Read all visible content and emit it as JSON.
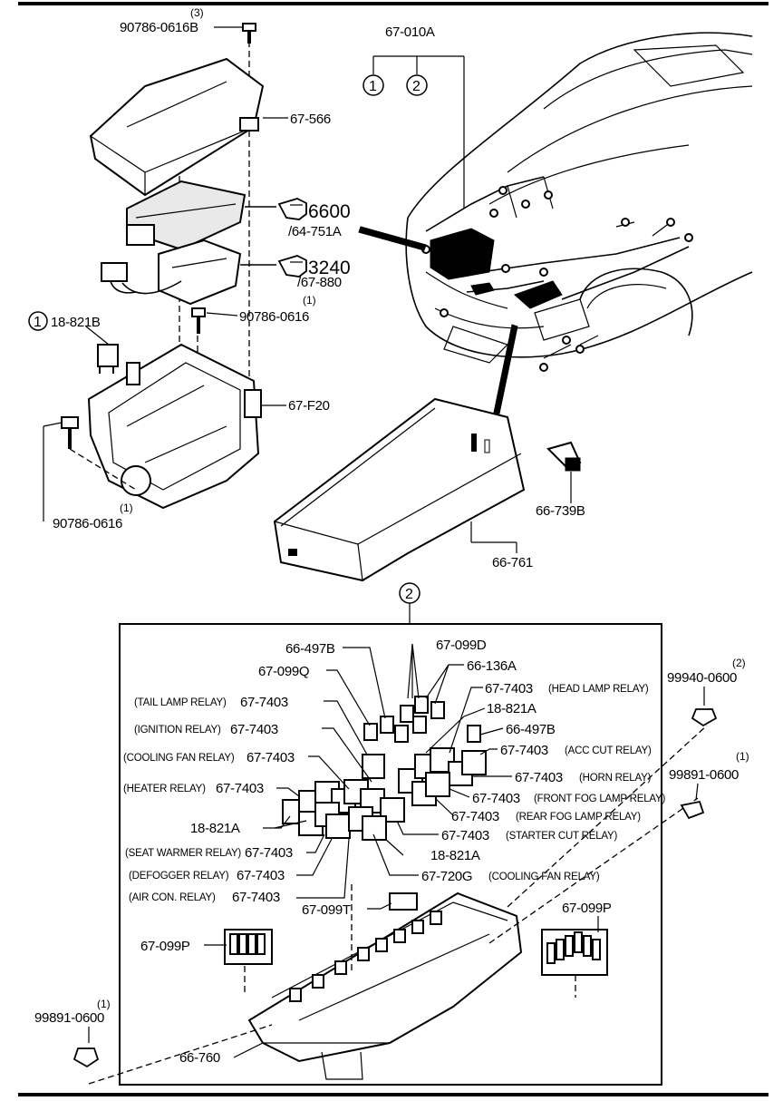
{
  "labels": {
    "bolt_top": "90786-0616B",
    "bolt_top_qty": "(3)",
    "cover_top": "67-566",
    "ref_6600": "6600",
    "ref_64751a": "/64-751A",
    "ref_3240": "3240",
    "ref_67880": "/67-880",
    "bolt_mid": "90786-0616",
    "bolt_mid_qty": "(1)",
    "relay_18821b": "18-821B",
    "housing": "67-F20",
    "bolt_low": "90786-0616",
    "bolt_low_qty": "(1)",
    "harness": "67-010A",
    "circle_1": "1",
    "circle_2": "2",
    "fuse_66739b": "66-739B",
    "cover_66761": "66-761",
    "box_circle": "2",
    "b_66497b_1": "66-497B",
    "b_67099q": "67-099Q",
    "b_67099d": "67-099D",
    "b_66136a": "66-136A",
    "b_tail": "(TAIL LAMP RELAY)",
    "b_ign": "(IGNITION RELAY)",
    "b_cool": "(COOLING FAN RELAY)",
    "b_heat": "(HEATER RELAY)",
    "b_head": "(HEAD LAMP RELAY)",
    "b_acc": "(ACC CUT RELAY)",
    "b_horn": "(HORN RELAY)",
    "b_ffog": "(FRONT FOG LAMP RELAY)",
    "b_rfog": "(REAR FOG LAMP RELAY)",
    "b_start": "(STARTER CUT RELAY)",
    "b_seat": "(SEAT WARMER RELAY)",
    "b_defog": "(DEFOGGER RELAY)",
    "b_aircon": "(AIR CON.  RELAY)",
    "b_coolfan2": "(COOLING FAN RELAY)",
    "p_677403": "67-7403",
    "p_18821a": "18-821A",
    "p_66497b": "66-497B",
    "p_67720g": "67-720G",
    "p_67099t": "67-099T",
    "p_67099p": "67-099P",
    "p_66760": "66-760",
    "nut_99940": "99940-0600",
    "nut_99940_qty": "(2)",
    "nut_99891_r": "99891-0600",
    "nut_99891_r_qty": "(1)",
    "nut_99891_l": "99891-0600",
    "nut_99891_l_qty": "(1)"
  },
  "icons": {
    "finger_1": "pointing-hand-icon",
    "finger_2": "pointing-hand-icon"
  }
}
